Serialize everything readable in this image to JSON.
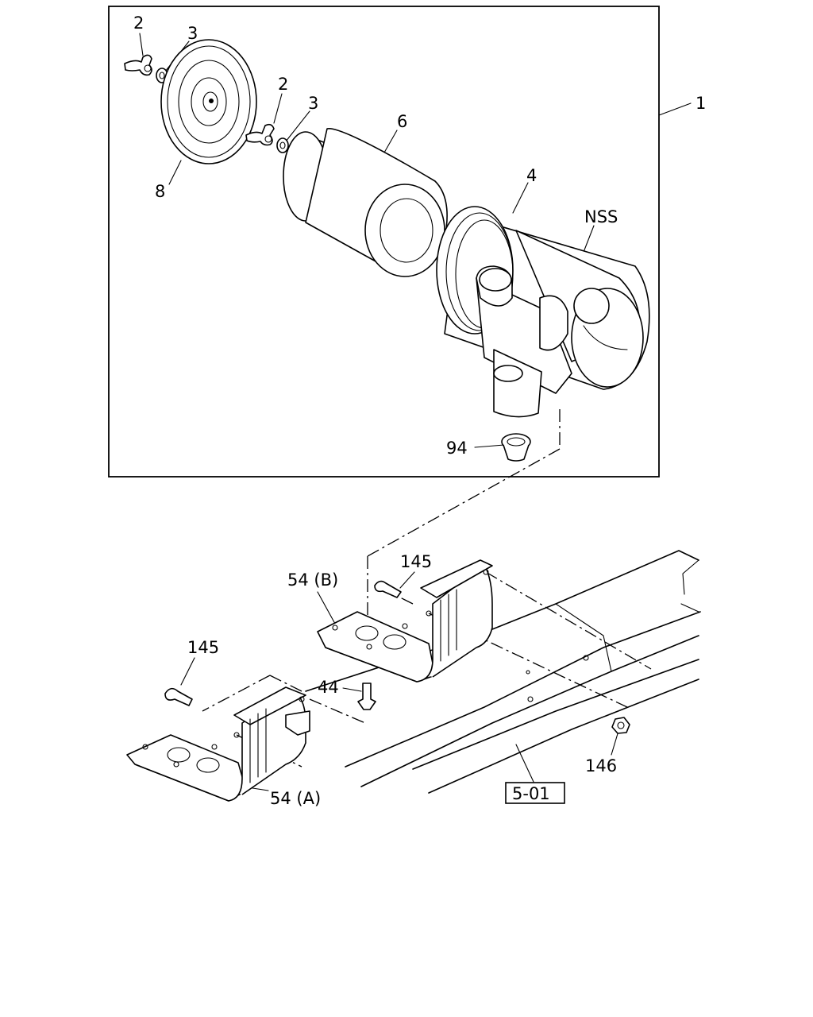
{
  "callouts": {
    "assembly": "1",
    "wing_nut_top": "2",
    "washer_top": "3",
    "wing_nut_mid": "2",
    "washer_mid": "3",
    "filter_element": "6",
    "cover": "8",
    "body": "4",
    "nss": "NSS",
    "drain_valve": "94",
    "bracket_b": "54 (B)",
    "bolt_b": "145",
    "bracket_a": "54 (A)",
    "bolt_a": "145",
    "bolt_vertical": "44",
    "nut": "146",
    "frame_ref": "5-01"
  }
}
